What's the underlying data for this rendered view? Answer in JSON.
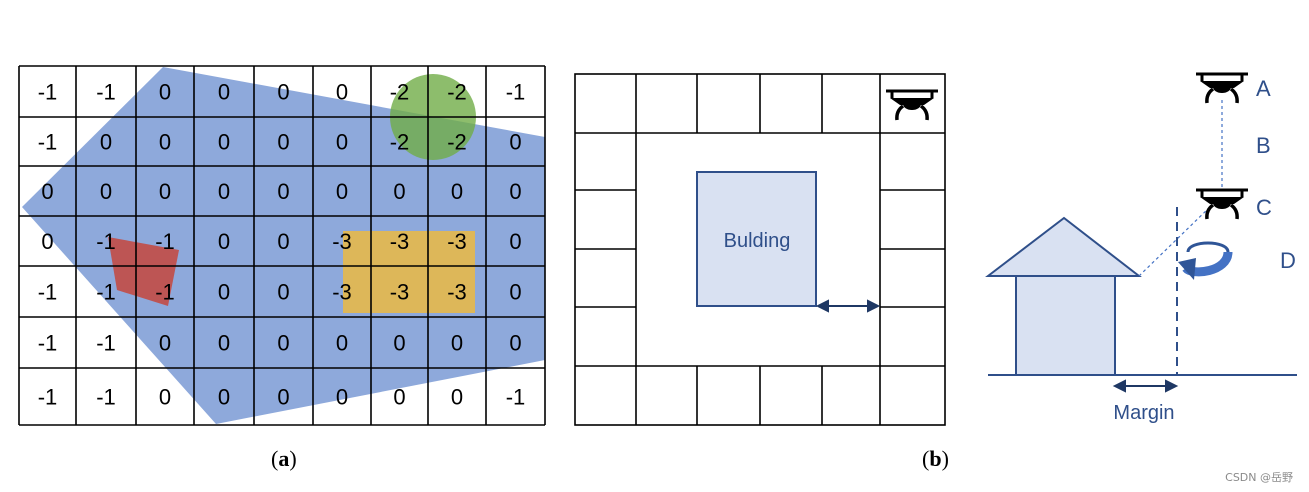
{
  "panel_a": {
    "caption_open": "(",
    "caption_letter": "a",
    "caption_close": ")",
    "grid": [
      [
        "-1",
        "-1",
        "0",
        "0",
        "0",
        "0",
        "-2",
        "-2",
        "-1"
      ],
      [
        "-1",
        "0",
        "0",
        "0",
        "0",
        "0",
        "-2",
        "-2",
        "0"
      ],
      [
        "0",
        "0",
        "0",
        "0",
        "0",
        "0",
        "0",
        "0",
        "0"
      ],
      [
        "0",
        "-1",
        "-1",
        "0",
        "0",
        "-3",
        "-3",
        "-3",
        "0"
      ],
      [
        "-1",
        "-1",
        "-1",
        "0",
        "0",
        "-3",
        "-3",
        "-3",
        "0"
      ],
      [
        "-1",
        "-1",
        "0",
        "0",
        "0",
        "0",
        "0",
        "0",
        "0"
      ],
      [
        "-1",
        "-1",
        "0",
        "0",
        "0",
        "0",
        "0",
        "0",
        "-1"
      ]
    ],
    "colors": {
      "area": "#8ea9db",
      "green_zone": "#70ad47",
      "red_zone": "#c0504d",
      "yellow_zone": "#e6b84a"
    }
  },
  "panel_b": {
    "caption_open": "(",
    "caption_letter": "b",
    "caption_close": ")",
    "building_label": "Bulding",
    "colors": {
      "building_fill": "#d9e1f2",
      "building_stroke": "#2f4f8a"
    }
  },
  "panel_c": {
    "label_a": "A",
    "label_b": "B",
    "label_c": "C",
    "label_d": "D",
    "margin_label": "Margin",
    "colors": {
      "house_fill": "#d9e1f2",
      "stroke": "#2f4f8a"
    }
  },
  "watermark": "CSDN @岳野"
}
